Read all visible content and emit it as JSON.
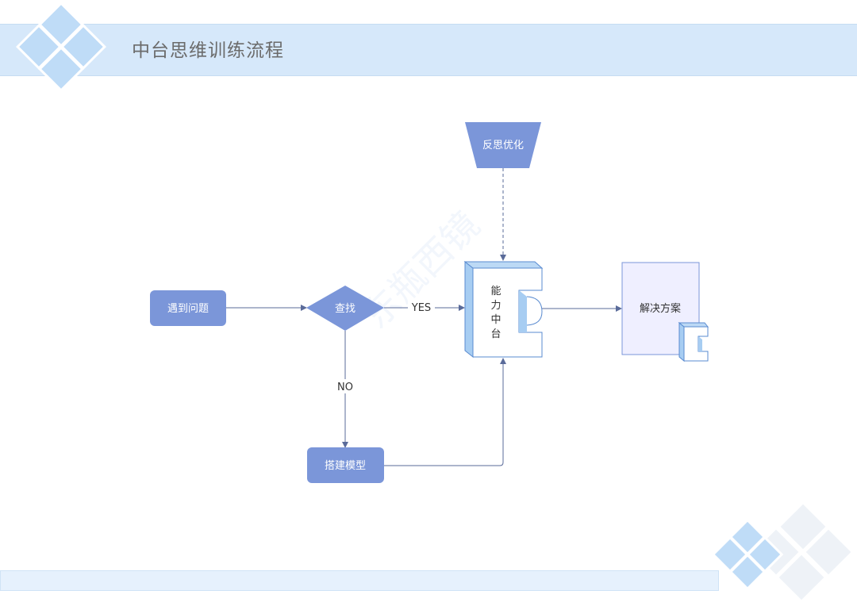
{
  "page": {
    "title": "中台思维训练流程"
  },
  "watermark": {
    "text": "东瓶西镜"
  },
  "diagram": {
    "nodes": {
      "problem": "遇到问题",
      "search": "查找",
      "reflect": "反思优化",
      "platform": [
        "能",
        "力",
        "中",
        "台"
      ],
      "build": "搭建模型",
      "solution": "解决方案"
    },
    "edges": {
      "yes": "YES",
      "no": "NO"
    }
  },
  "colors": {
    "node_fill": "#7b96d9",
    "header_band": "#d6e8fa",
    "diamond_light": "#bfdcf7",
    "platform_side": "#a7cdf2",
    "edge": "#5a6b9a",
    "document_fill": "#efefff"
  }
}
